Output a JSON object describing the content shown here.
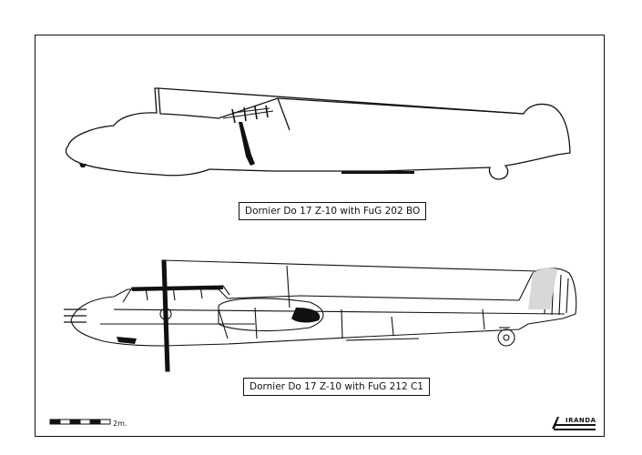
{
  "drawings": [
    {
      "caption": "Dornier Do 17 Z-10 with FuG 202 BO",
      "style": "silhouette-outline"
    },
    {
      "caption": "Dornier Do 17 Z-10 with FuG 212 C1",
      "style": "detailed-line-art"
    }
  ],
  "scale_bar": {
    "label": "2m."
  },
  "logo": {
    "text": "IRANDA"
  }
}
